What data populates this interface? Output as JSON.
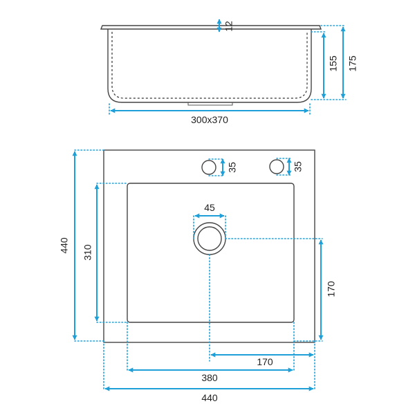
{
  "colors": {
    "dimension": "#1e9fd8",
    "outline": "#444444"
  },
  "side_view": {
    "depth_inner": "155",
    "depth_total": "175",
    "flange": "12",
    "bowl_size": "300x370"
  },
  "top_view": {
    "tap_hole_1": "35",
    "tap_hole_2": "35",
    "drain": "45",
    "overall_height": "440",
    "bowl_height": "310",
    "drain_offset_vertical": "170",
    "drain_offset_horizontal": "170",
    "bowl_width": "380",
    "overall_width": "440"
  }
}
